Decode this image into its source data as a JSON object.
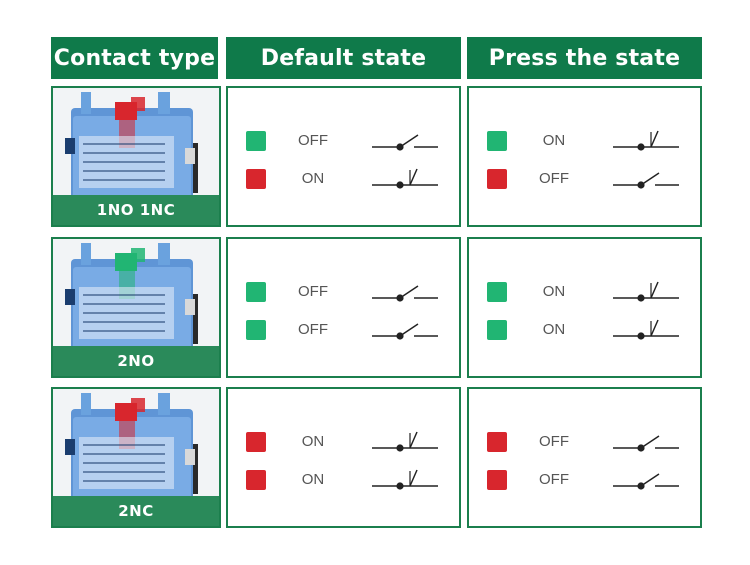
{
  "headers": {
    "contact_type": "Contact type",
    "default_state": "Default state",
    "press_state": "Press the state"
  },
  "colors": {
    "green": "#21b573",
    "red": "#d8262d",
    "header": "#0f7a4a",
    "border": "#1b7f4d"
  },
  "rows": [
    {
      "label": "1NO 1NC",
      "button_color": "red",
      "default": [
        {
          "color": "green",
          "state": "OFF",
          "symbol": "open"
        },
        {
          "color": "red",
          "state": "ON",
          "symbol": "closed"
        }
      ],
      "press": [
        {
          "color": "green",
          "state": "ON",
          "symbol": "closed"
        },
        {
          "color": "red",
          "state": "OFF",
          "symbol": "open"
        }
      ]
    },
    {
      "label": "2NO",
      "button_color": "green",
      "default": [
        {
          "color": "green",
          "state": "OFF",
          "symbol": "open"
        },
        {
          "color": "green",
          "state": "OFF",
          "symbol": "open"
        }
      ],
      "press": [
        {
          "color": "green",
          "state": "ON",
          "symbol": "closed"
        },
        {
          "color": "green",
          "state": "ON",
          "symbol": "closed"
        }
      ]
    },
    {
      "label": "2NC",
      "button_color": "red",
      "default": [
        {
          "color": "red",
          "state": "ON",
          "symbol": "closed"
        },
        {
          "color": "red",
          "state": "ON",
          "symbol": "closed"
        }
      ],
      "press": [
        {
          "color": "red",
          "state": "OFF",
          "symbol": "open"
        },
        {
          "color": "red",
          "state": "OFF",
          "symbol": "open"
        }
      ]
    }
  ]
}
